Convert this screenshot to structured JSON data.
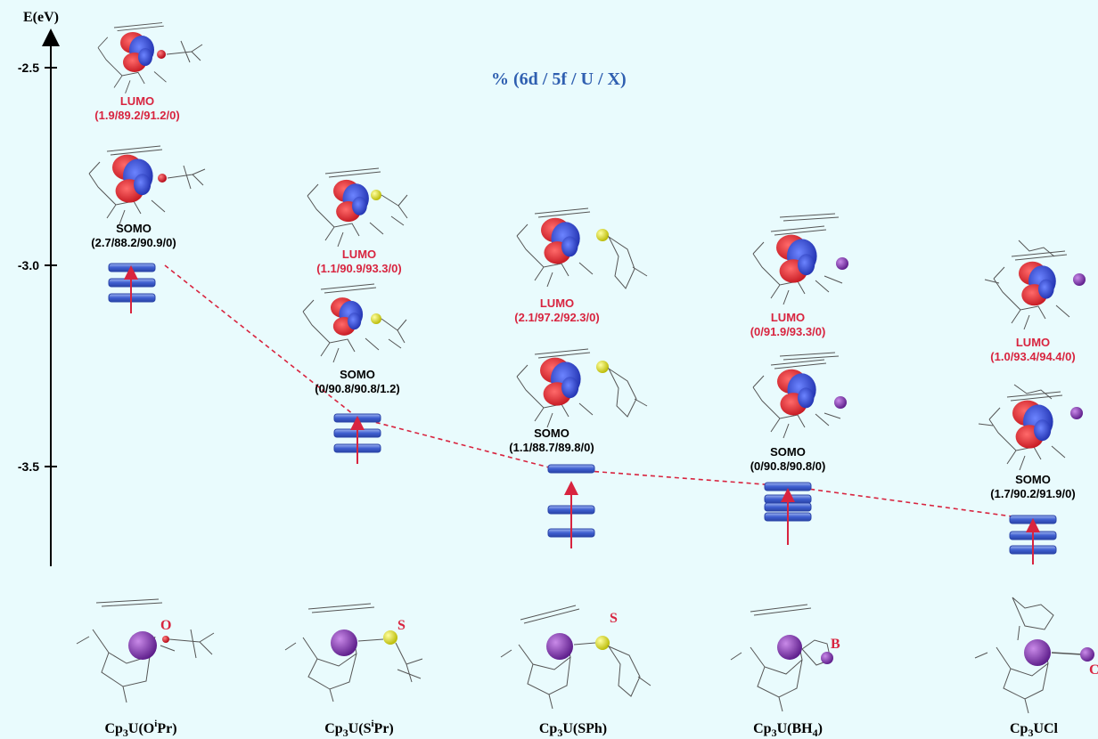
{
  "title": "% (6d / 5f / U / X)",
  "axis": {
    "label": "E(eV)",
    "ticks": [
      "-2.5",
      "-3.0",
      "-3.5"
    ]
  },
  "colors": {
    "lumo": "#d8243f",
    "somo": "#000000",
    "title": "#2f5fb0",
    "connector": "#d8243f",
    "level_fill": "#4f6fd6",
    "orbital_pos": "#e0202a",
    "orbital_neg": "#2040c8",
    "uranium": "#7a2fb0",
    "sulfur": "#e5e524"
  },
  "compounds": [
    {
      "formula": "Cp3U(OiPr)",
      "f_main": "Cp",
      "f_sub1": "3",
      "f_mid": "U(O",
      "f_sup": "i",
      "f_end": "Pr)",
      "hetero_atom": "O",
      "lumo_label": "LUMO",
      "lumo_values": "(1.9/89.2/91.2/0)",
      "somo_label": "SOMO",
      "somo_values": "(2.7/88.2/90.9/0)",
      "somo_energy_eV": -3.0
    },
    {
      "formula": "Cp3U(SiPr)",
      "f_main": "Cp",
      "f_sub1": "3",
      "f_mid": "U(S",
      "f_sup": "i",
      "f_end": "Pr)",
      "hetero_atom": "S",
      "lumo_label": "LUMO",
      "lumo_values": "(1.1/90.9/93.3/0)",
      "somo_label": "SOMO",
      "somo_values": "(0/90.8/90.8/1.2)",
      "somo_energy_eV": -3.38
    },
    {
      "formula": "Cp3U(SPh)",
      "f_main": "Cp",
      "f_sub1": "3",
      "f_mid": "U(SPh)",
      "f_sup": "",
      "f_end": "",
      "hetero_atom": "S",
      "lumo_label": "LUMO",
      "lumo_values": "(2.1/97.2/92.3/0)",
      "somo_label": "SOMO",
      "somo_values": "(1.1/88.7/89.8/0)",
      "somo_energy_eV": -3.52
    },
    {
      "formula": "Cp3U(BH4)",
      "f_main": "Cp",
      "f_sub1": "3",
      "f_mid": "U(BH",
      "f_sup": "",
      "f_end": ")",
      "f_sub2": "4",
      "hetero_atom": "B",
      "lumo_label": "LUMO",
      "lumo_values": "(0/91.9/93.3/0)",
      "somo_label": "SOMO",
      "somo_values": "(0/90.8/90.8/0)",
      "somo_energy_eV": -3.57
    },
    {
      "formula": "Cp3UCl",
      "f_main": "Cp",
      "f_sub1": "3",
      "f_mid": "UCl",
      "f_sup": "",
      "f_end": "",
      "hetero_atom": "Cl",
      "lumo_label": "LUMO",
      "lumo_values": "(1.0/93.4/94.4/0)",
      "somo_label": "SOMO",
      "somo_values": "(1.7/90.2/91.9/0)",
      "somo_energy_eV": -3.63
    }
  ]
}
